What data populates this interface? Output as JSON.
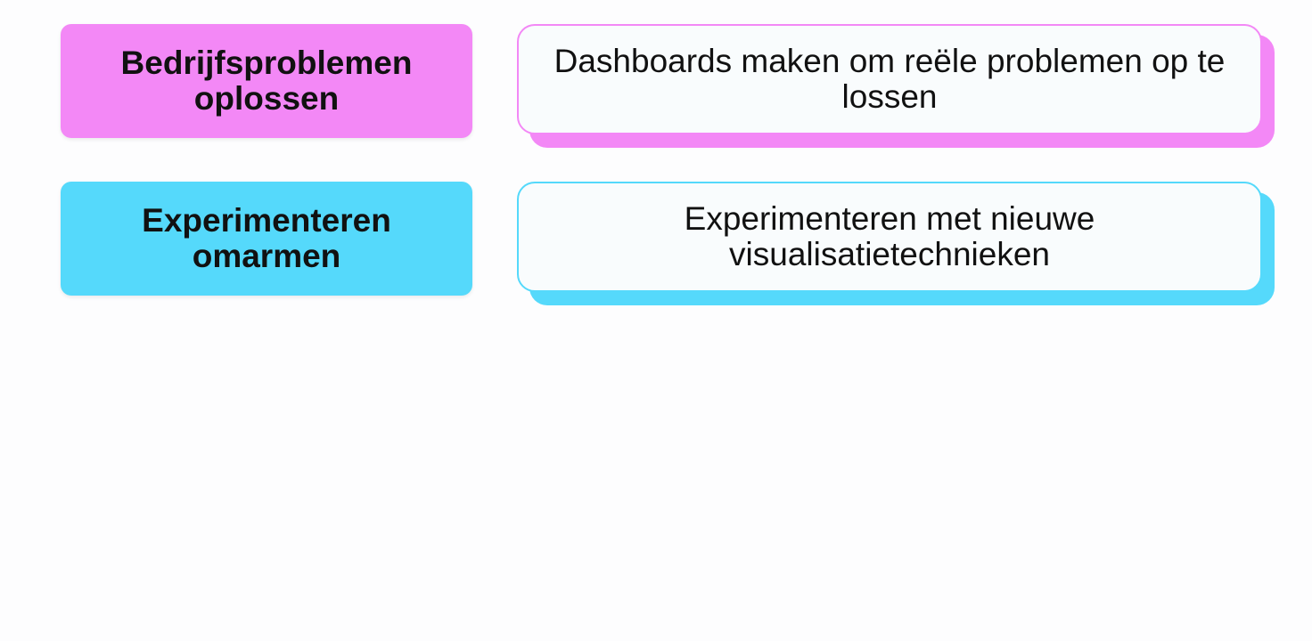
{
  "colors": {
    "row1_accent": "#f388f6",
    "row2_accent": "#55d9fb"
  },
  "rows": [
    {
      "label": "Bedrijfsproblemen oplossen",
      "description": "Dashboards maken om reële problemen op te lossen"
    },
    {
      "label": "Experimenteren omarmen",
      "description": "Experimenteren met nieuwe visualisatietechnieken"
    }
  ]
}
